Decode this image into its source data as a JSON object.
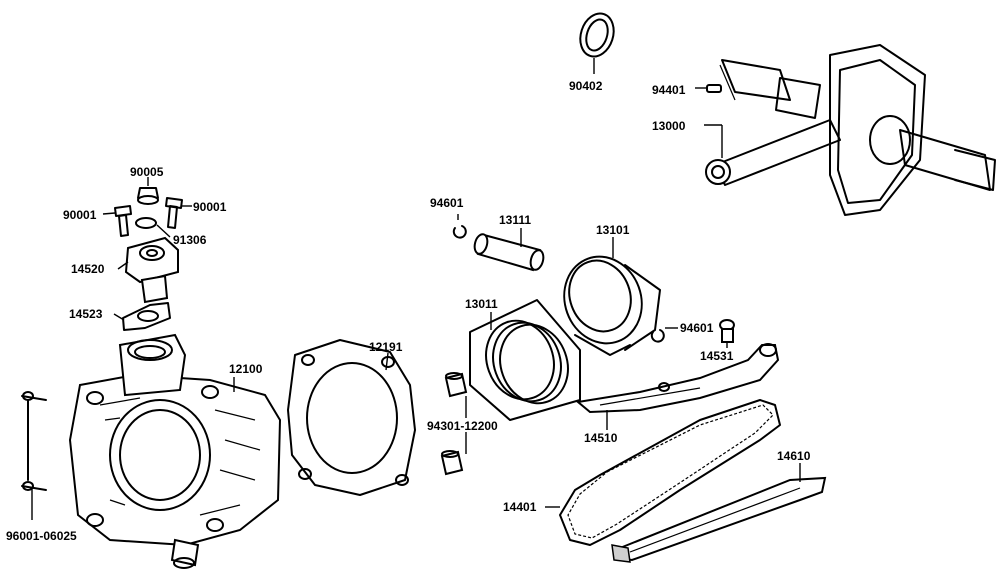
{
  "labels": {
    "p90402": "90402",
    "p94401": "94401",
    "p13000": "13000",
    "p90005": "90005",
    "p90001a": "90001",
    "p90001b": "90001",
    "p91306": "91306",
    "p14520": "14520",
    "p14523": "14523",
    "p94601a": "94601",
    "p13111": "13111",
    "p13101": "13101",
    "p13011": "13011",
    "p94601b": "94601",
    "p14531": "14531",
    "p12191": "12191",
    "p12100": "12100",
    "p94301": "94301-12200",
    "p14510": "14510",
    "p14610": "14610",
    "p14401": "14401",
    "p96001": "96001-06025"
  }
}
